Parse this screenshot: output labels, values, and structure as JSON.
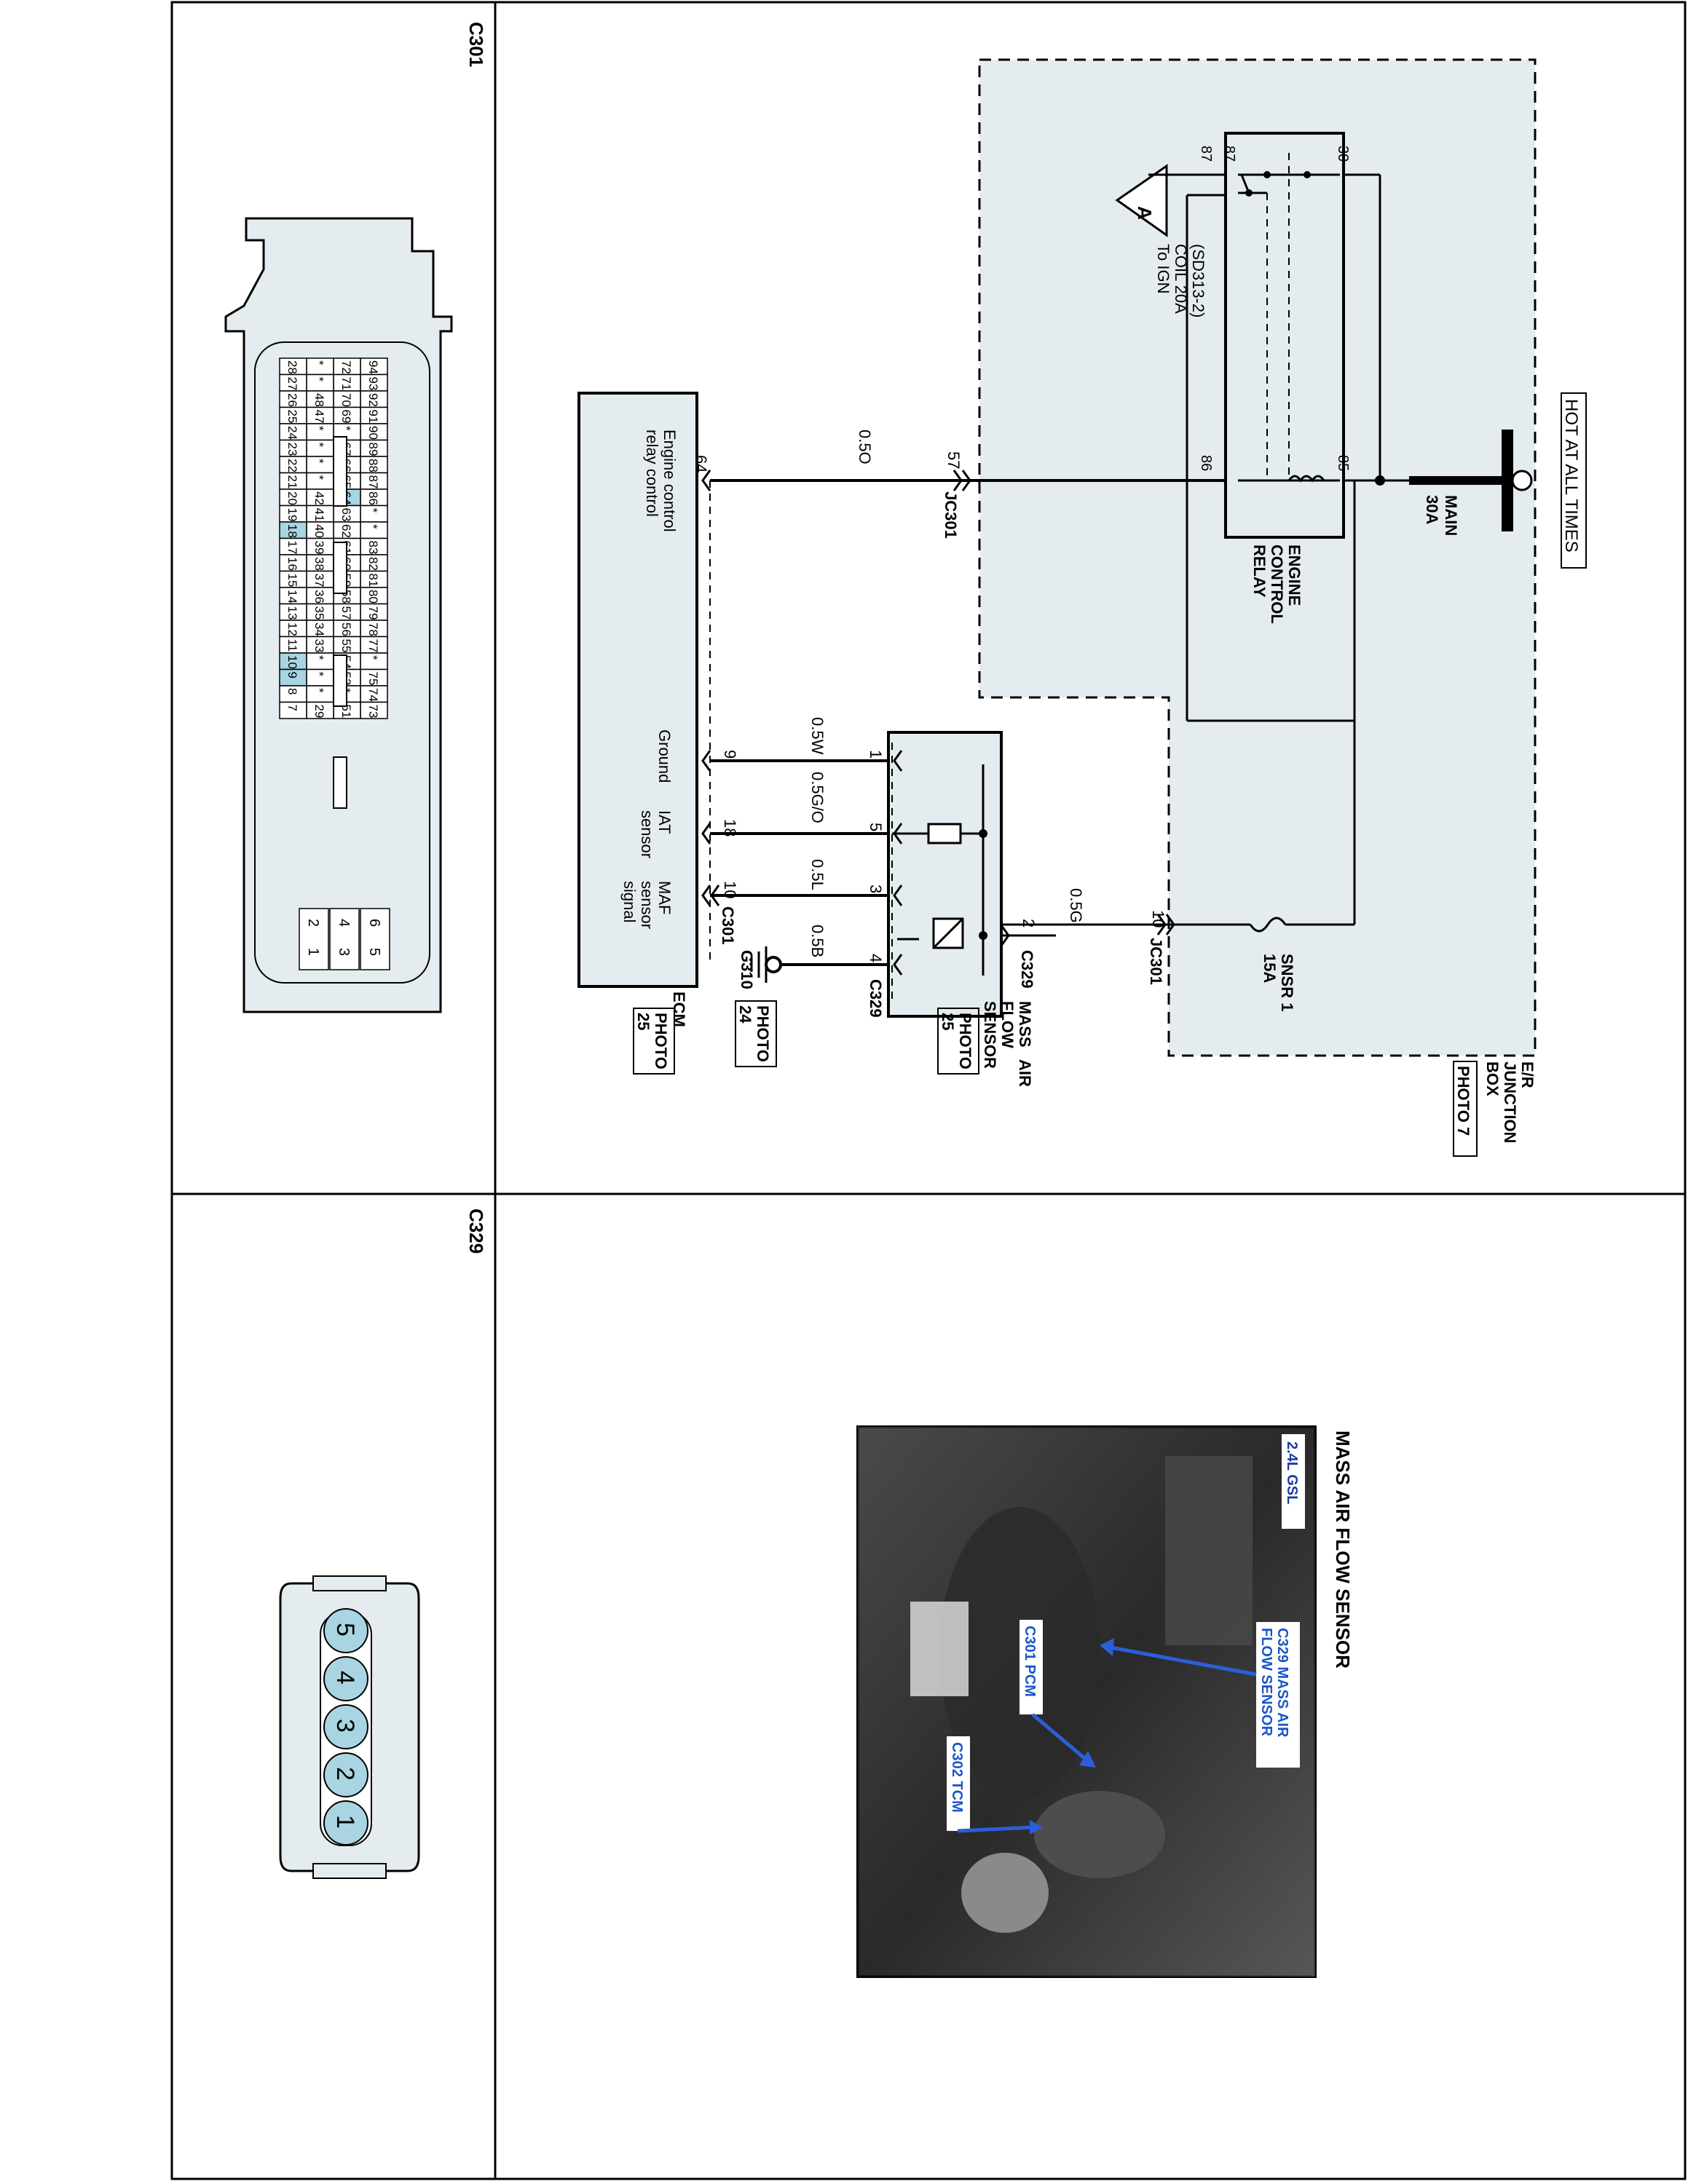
{
  "panels": {
    "c301_title": "C301",
    "c329_title": "C329"
  },
  "power": {
    "header": "HOT AT ALL TIMES",
    "main_fuse": [
      "MAIN",
      "30A"
    ],
    "sensor_fuse": [
      "SNSR 1",
      "15A"
    ]
  },
  "junction_box": {
    "name": [
      "E/R",
      "JUNCTION",
      "BOX"
    ],
    "photo": "PHOTO 7"
  },
  "relay": {
    "name": [
      "ENGINE",
      "CONTROL",
      "RELAY"
    ],
    "pins": [
      "87",
      "87",
      "30",
      "86",
      "85"
    ]
  },
  "ign_ref": {
    "symbol": "A",
    "text": [
      "To IGN",
      "COIL 20A",
      "(SD313-2)"
    ]
  },
  "wires": {
    "relay_control_color": "0.5O",
    "sensor_feed_color": "0.5G",
    "ground_color": "0.5W",
    "iat_color": "0.5G/O",
    "maf_color": "0.5L",
    "gnd_b_color": "0.5B"
  },
  "connectors": {
    "jc301_top": "JC301",
    "jc301_top_pin": "57",
    "jc301_mid": "JC301",
    "jc301_mid_pin": "10",
    "c329": "C329",
    "c329_pin": "2",
    "c329_b": "C329",
    "c301": "C301",
    "ground": "G310"
  },
  "maf": {
    "name": [
      "MASS",
      "AIR",
      "FLOW",
      "SENSOR"
    ],
    "photo": [
      "PHOTO",
      "25"
    ],
    "pins": [
      "1",
      "5",
      "3",
      "4"
    ]
  },
  "ecm": {
    "name": "ECM",
    "photo": [
      "PHOTO",
      "25"
    ],
    "relay_label": [
      "Engine control",
      "relay control"
    ],
    "pin_relay": "64",
    "pins": [
      "9",
      "18",
      "10"
    ],
    "pin_labels": [
      [
        "Ground"
      ],
      [
        "IAT",
        "sensor"
      ],
      [
        "MAF",
        "sensor",
        "signal"
      ]
    ]
  },
  "ground_photo": [
    "PHOTO",
    "24"
  ],
  "photo_panel": {
    "title": "MASS AIR FLOW SENSOR",
    "tag": "2.4L GSL",
    "callouts": [
      "C329 MASS AIR",
      "FLOW SENSOR",
      "C301 PCM",
      "C302 TCM"
    ]
  },
  "c301_face": {
    "row1": [
      "94",
      "93",
      "92",
      "91",
      "90",
      "89",
      "88",
      "87",
      "86",
      "*",
      "*",
      "83",
      "82",
      "81",
      "80",
      "79",
      "78",
      "77",
      "*",
      "75",
      "74",
      "73"
    ],
    "row2": [
      "72",
      "71",
      "70",
      "69",
      "*",
      "67",
      "66",
      "65",
      "64",
      "63",
      "62",
      "61",
      "60",
      "59",
      "58",
      "57",
      "56",
      "55",
      "54",
      "53",
      "*",
      "51"
    ],
    "row3": [
      "*",
      "*",
      "48",
      "47",
      "*",
      "*",
      "*",
      "*",
      "42",
      "41",
      "40",
      "39",
      "38",
      "37",
      "36",
      "35",
      "34",
      "33",
      "*",
      "*",
      "*",
      "29"
    ],
    "row4": [
      "28",
      "27",
      "26",
      "25",
      "24",
      "23",
      "22",
      "21",
      "20",
      "19",
      "18",
      "17",
      "16",
      "15",
      "14",
      "13",
      "12",
      "11",
      "10",
      "9",
      "8",
      "7"
    ],
    "small_top": [
      "6",
      "5"
    ],
    "small_mid": [
      "4",
      "3"
    ],
    "small_bot": [
      "2",
      "1"
    ],
    "highlight": [
      "64",
      "18",
      "10",
      "9"
    ],
    "highlight_color": "#a9d4e2"
  },
  "c329_face": {
    "pins": [
      "5",
      "4",
      "3",
      "2",
      "1"
    ],
    "pin_color": "#a9d4e2"
  }
}
